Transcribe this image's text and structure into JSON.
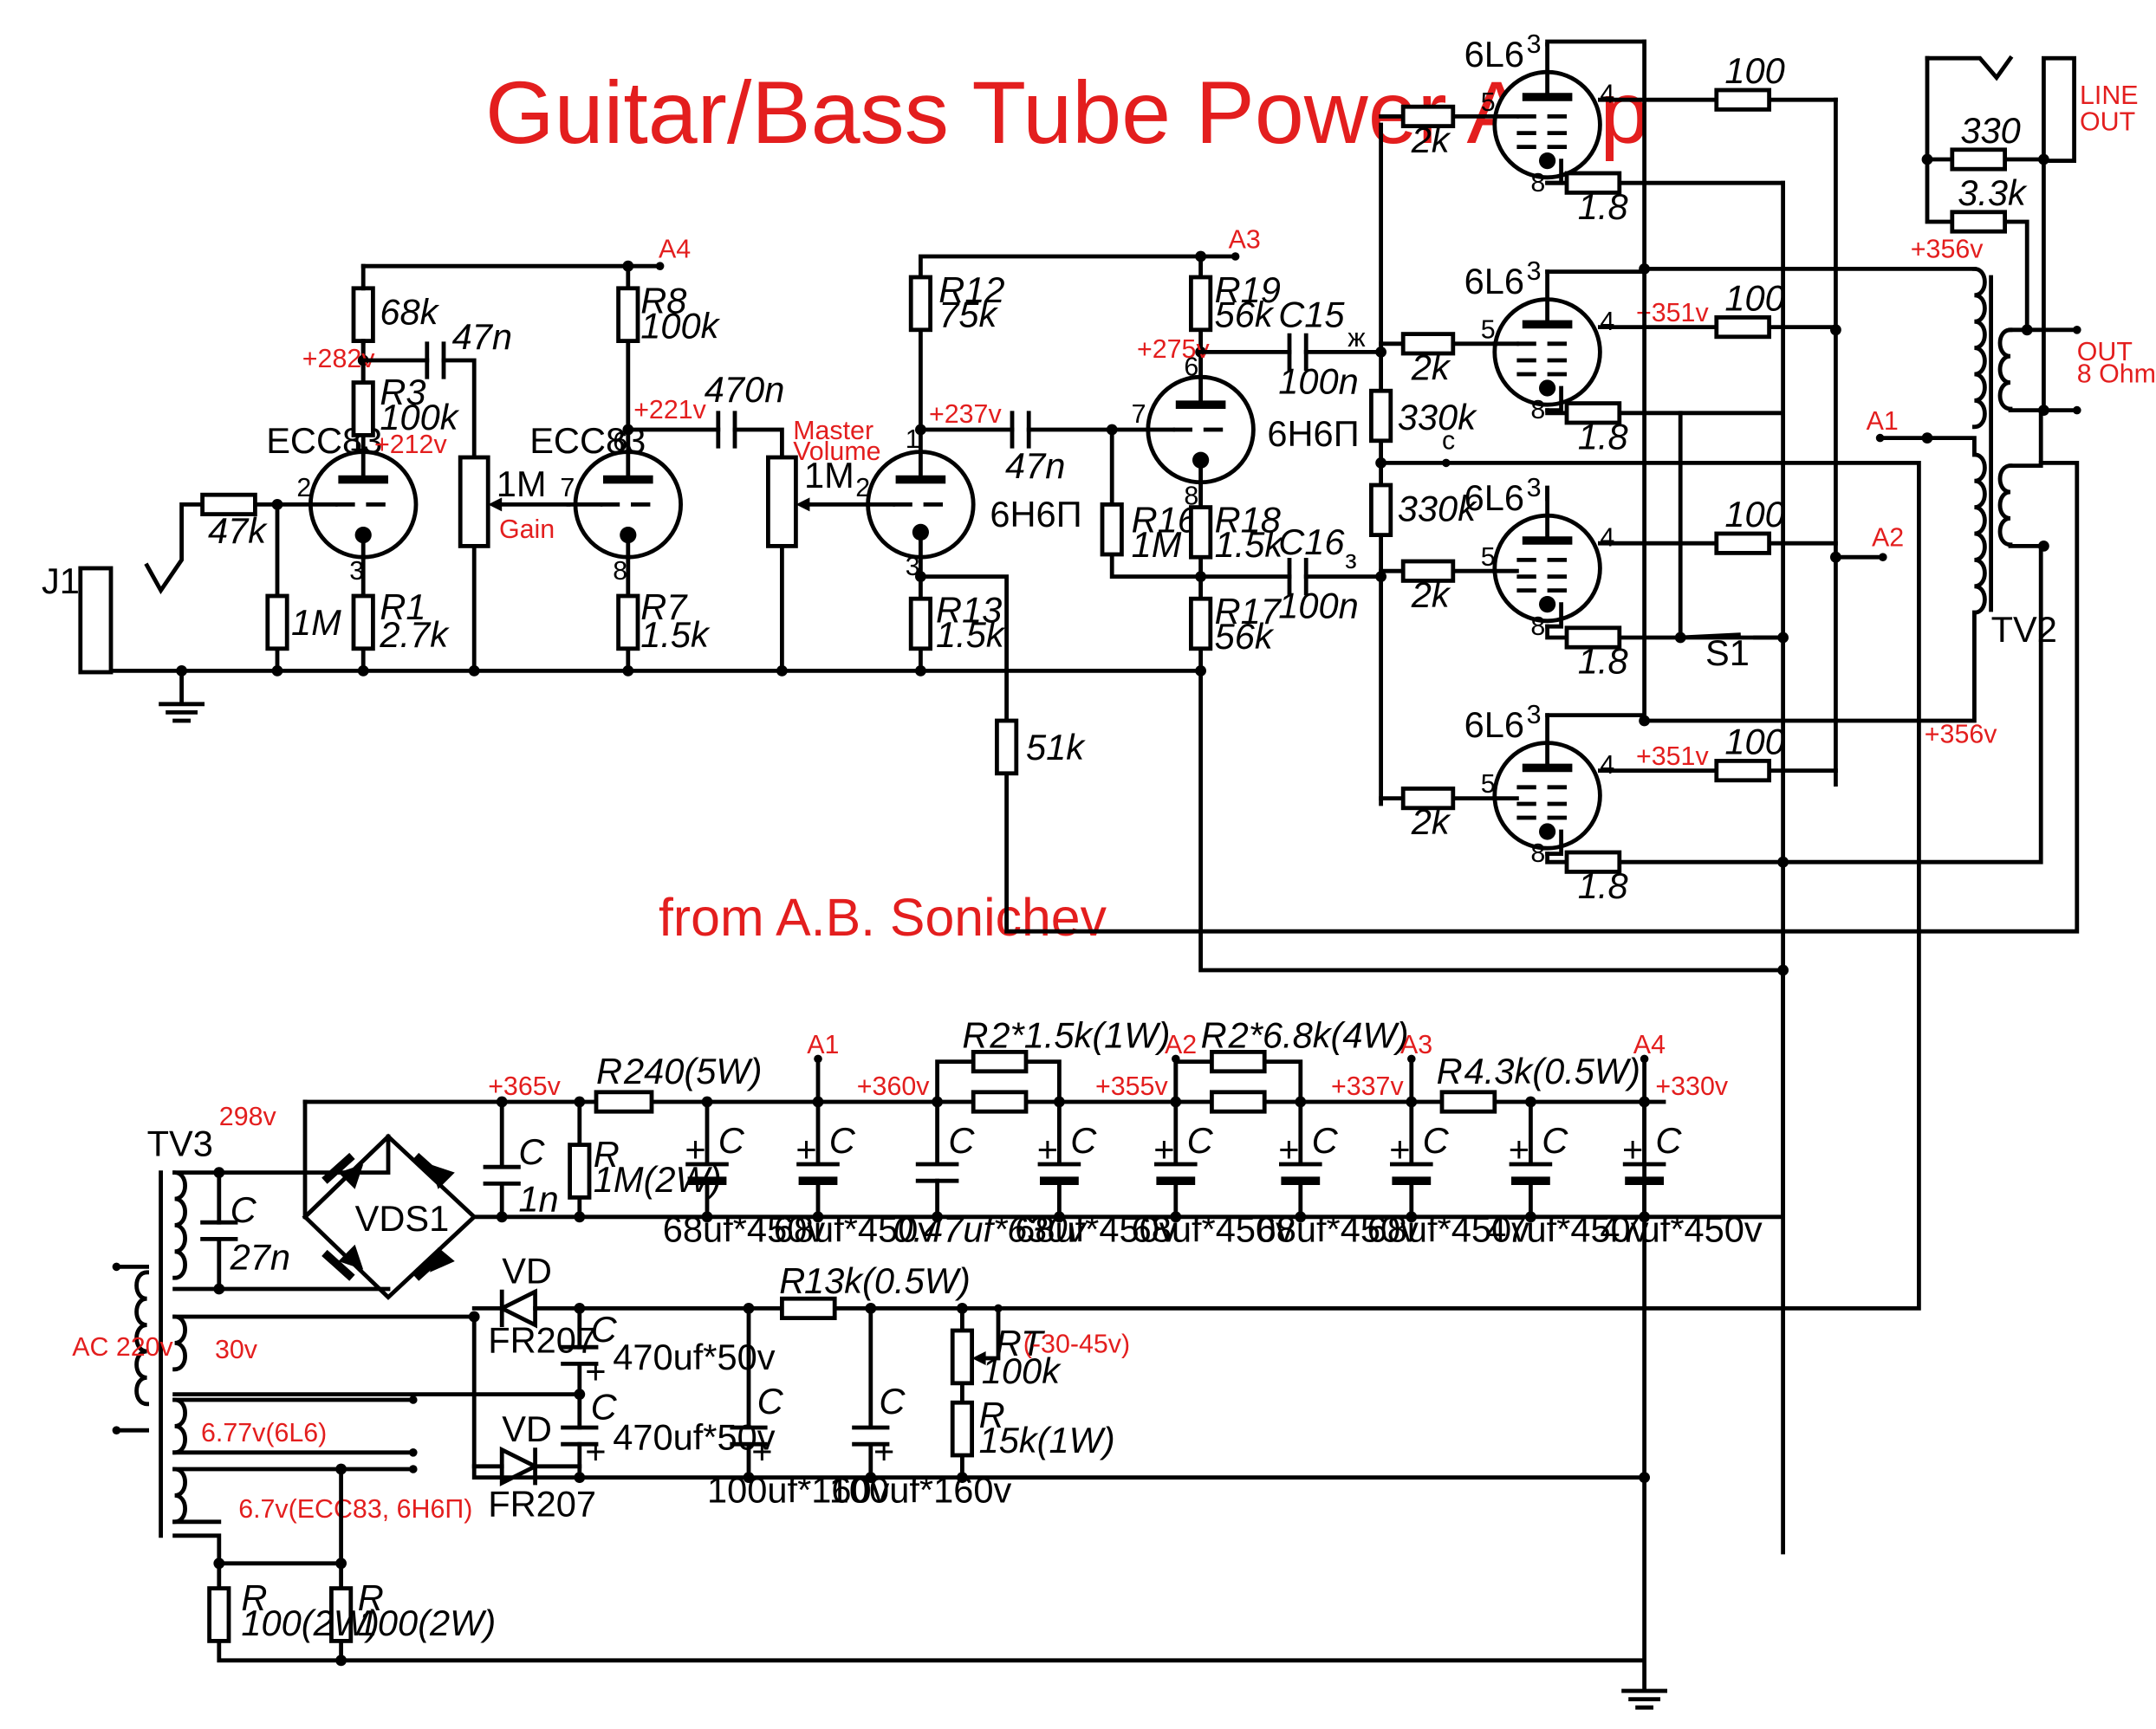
{
  "title": "Guitar/Bass Tube Power Amp",
  "credit": "from A.B. Sonichev",
  "colors": {
    "wire": "#000000",
    "annotation": "#e31e1e",
    "background": "#ffffff"
  },
  "components": {
    "j1": "J1",
    "r_in": "47k",
    "r_grid1": "1M",
    "r_plate1": "68k",
    "r3": "R3",
    "r3_val": "100k",
    "r1": "R1",
    "r1_val": "2.7k",
    "c_47n_a": "47n",
    "pot_gain": "1M",
    "pot_gain_label": "Gain",
    "r8": "R8",
    "r8_val": "100k",
    "r7": "R7",
    "r7_val": "1.5k",
    "c_470n": "470n",
    "pot_master": "1M",
    "pot_master_label1": "Master",
    "pot_master_label2": "Volume",
    "r12": "R12",
    "r12_val": "75k",
    "r13": "R13",
    "r13_val": "1.5k",
    "c_47n_b": "47n",
    "r_nfb": "51k",
    "r19": "R19",
    "r19_val": "56k",
    "r16": "R16",
    "r16_val": "1M",
    "r18": "R18",
    "r18_val": "1.5k",
    "r17": "R17",
    "r17_val": "56k",
    "c15": "C15",
    "c15_val": "100n",
    "c16": "C16",
    "c16_val": "100n",
    "r_330k_a": "330k",
    "r_330k_b": "330k",
    "r_2k": "2k",
    "r_100": "100",
    "r_18": "1.8",
    "s1": "S1",
    "tv2": "TV2",
    "r_line_330": "330",
    "r_line_33k": "3.3k",
    "line_out_1": "LINE",
    "line_out_2": "OUT",
    "spk_out_1": "OUT",
    "spk_out_2": "8 Ohm",
    "tube_ecc83": "ECC83",
    "tube_6n6p": "6Н6П",
    "tube_6l6": "6L6",
    "wire_zh": "ж",
    "wire_z": "з",
    "wire_s": "с"
  },
  "voltages": {
    "v282": "+282v",
    "v212": "+212v",
    "v221": "+221v",
    "v237": "+237v",
    "v275": "+275v",
    "v351a": "+351v",
    "v351b": "+351v",
    "v356a": "+356v",
    "v356b": "+356v",
    "v365": "+365v",
    "v360": "+360v",
    "v355": "+355v",
    "v337": "+337v",
    "v330": "+330v",
    "v298": "298v",
    "v30": "30v"
  },
  "nodes": {
    "a1": "A1",
    "a2": "A2",
    "a3": "A3",
    "a4": "A4"
  },
  "supply": {
    "tv3": "TV3",
    "ac": "AC 220v",
    "heater_6l6": "6.77v(6L6)",
    "heater_small": "6.7v(ECC83, 6Н6П)",
    "c_label": "C",
    "r_label": "R",
    "plus": "+",
    "c_27n": "27n",
    "c_1n": "1n",
    "vds1": "VDS1",
    "r_240": "240(5W)",
    "r_1m": "1M(2W)",
    "r_2x15": "2*1.5k(1W)",
    "r_2x68": "2*6.8k(4W)",
    "r_43": "4.3k(0.5W)",
    "cap_68": "68uf*450v",
    "cap_047": "0.47uf*630v",
    "cap_47": "47uf*450v",
    "vd": "VD",
    "fr207": "FR207",
    "cap_470": "470uf*50v",
    "cap_100": "100uf*160v",
    "r_13": "13k(0.5W)",
    "rt": "RT",
    "rt_range": "(-30-45v)",
    "rt_val": "100k",
    "r_15": "15k(1W)",
    "r_100_2w": "100(2W)"
  }
}
